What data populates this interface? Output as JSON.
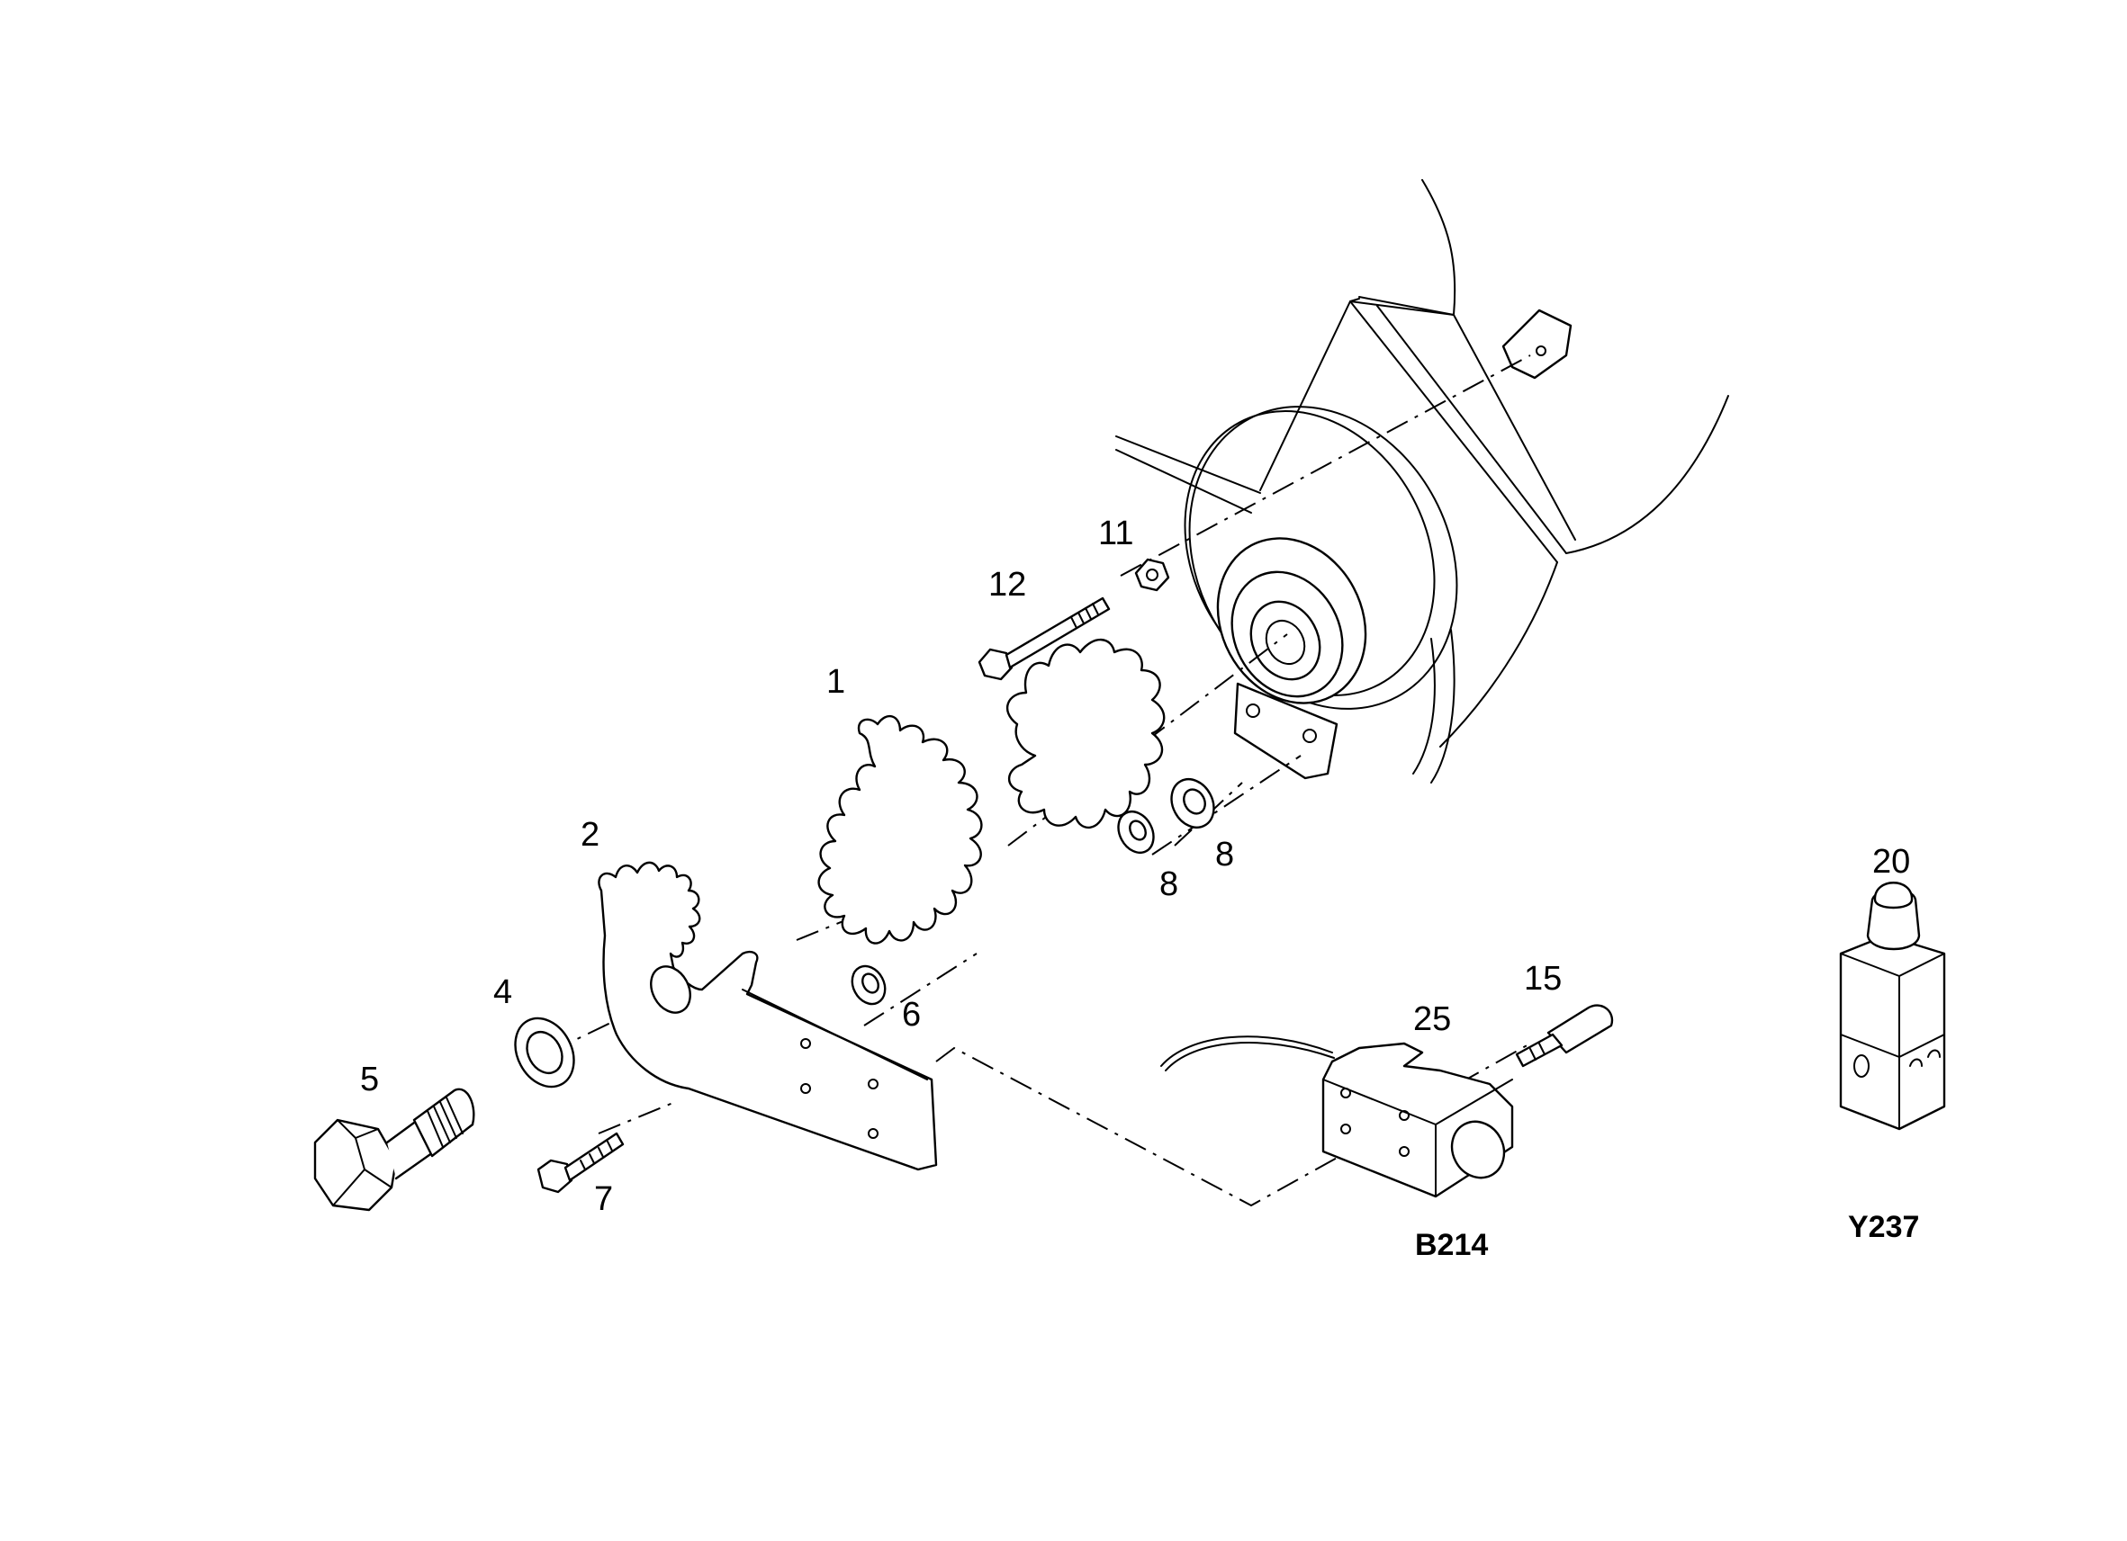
{
  "callouts": {
    "p1": "1",
    "p2": "2",
    "p4": "4",
    "p5": "5",
    "p6": "6",
    "p7": "7",
    "p8a": "8",
    "p8b": "8",
    "p11": "11",
    "p12": "12",
    "p15": "15",
    "p20": "20",
    "p25": "25"
  },
  "components": {
    "sensor_code": "B214",
    "valve_code": "Y237"
  },
  "colors": {
    "line": "#000000",
    "background": "#ffffff"
  }
}
